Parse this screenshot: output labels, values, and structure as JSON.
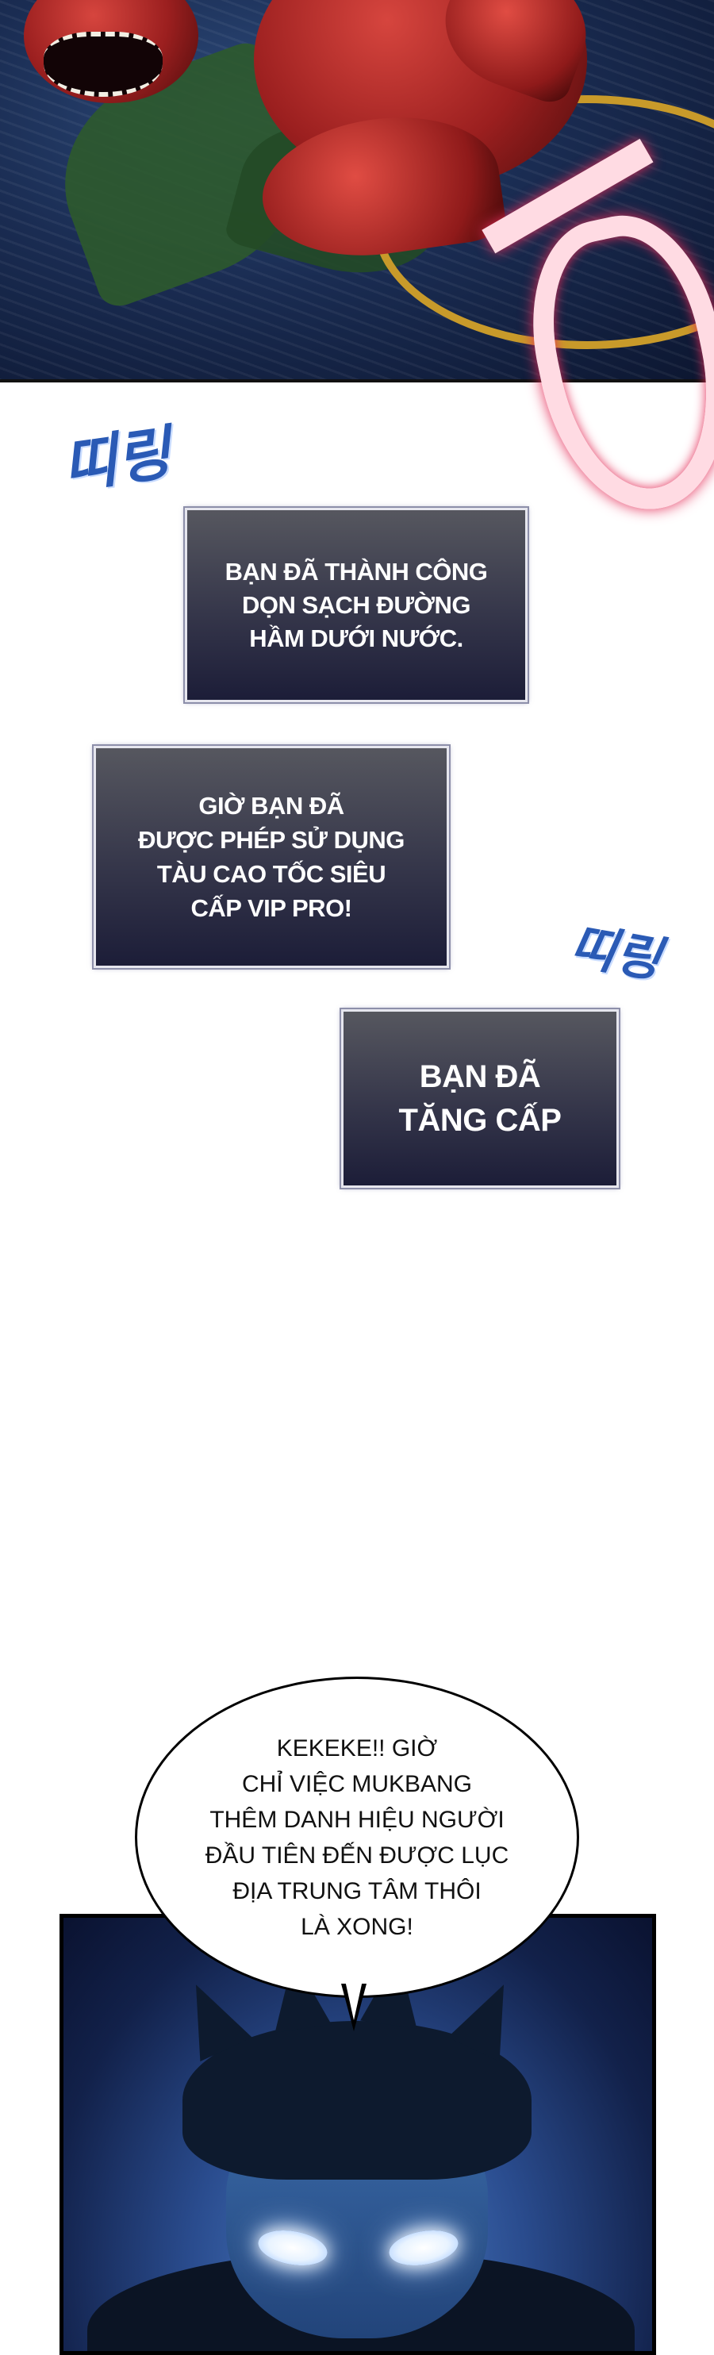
{
  "top_panel": {
    "description_icon": "crab-monster-illustration"
  },
  "sfx": {
    "blue_1": "띠링",
    "blue_2": "띠링",
    "pink": "징"
  },
  "system_messages": [
    {
      "text": "BẠN ĐÃ THÀNH CÔNG\nDỌN SẠCH ĐƯỜNG\nHẦM DƯỚI NƯỚC."
    },
    {
      "text": "GIỜ BẠN ĐÃ\nĐƯỢC PHÉP SỬ DỤNG\nTÀU CAO TỐC SIÊU\nCẤP VIP PRO!"
    },
    {
      "text": "BẠN ĐÃ\nTĂNG CẤP"
    }
  ],
  "speech_bubble": {
    "text": "KEKEKE!! GIỜ\nCHỈ VIỆC MUKBANG\nTHÊM DANH HIỆU NGƯỜI\nĐẦU TIÊN ĐẾN ĐƯỢC LỤC\nĐỊA TRUNG TÂM THÔI\nLÀ XONG!"
  },
  "bottom_panel": {
    "description_icon": "glowing-eyes-character-illustration"
  },
  "colors": {
    "sfx_blue": "#2a5ab5",
    "sfx_pink": "#ffdbe3",
    "window_dark": "#1c1d38"
  }
}
